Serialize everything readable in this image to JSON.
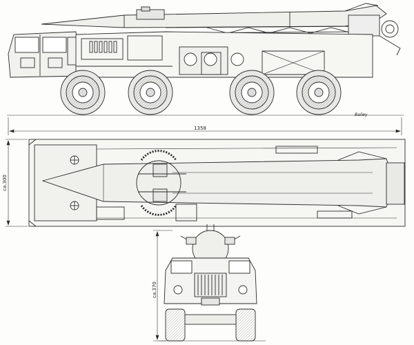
{
  "drawing": {
    "dimensions": {
      "overall_length": "1358",
      "top_width": "ca.300",
      "front_height": "ca.370"
    },
    "signature": "Bailey"
  },
  "colors": {
    "ink": "#2a2a2a",
    "paper": "#fdfdfb",
    "shade": "#e9e9e6"
  }
}
